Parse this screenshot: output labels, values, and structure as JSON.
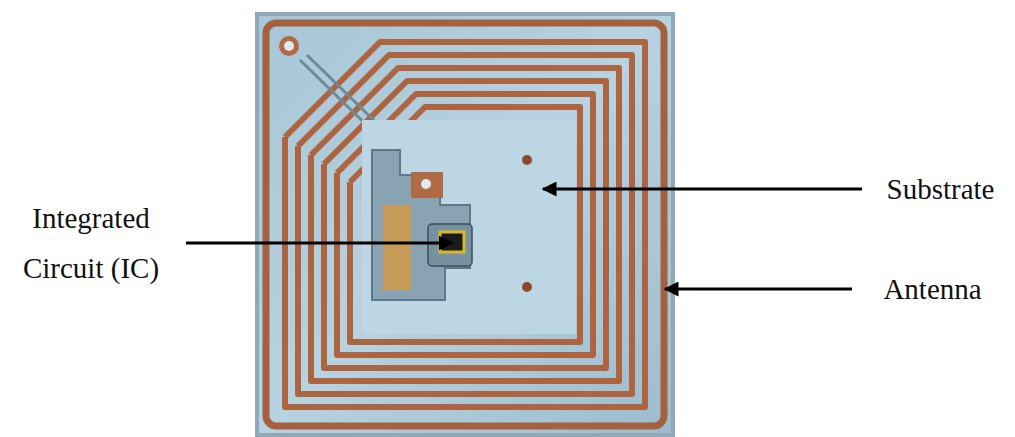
{
  "diagram": {
    "labels": [
      "Integrated Circuit (IC)",
      "Substrate",
      "Antenna"
    ]
  }
}
